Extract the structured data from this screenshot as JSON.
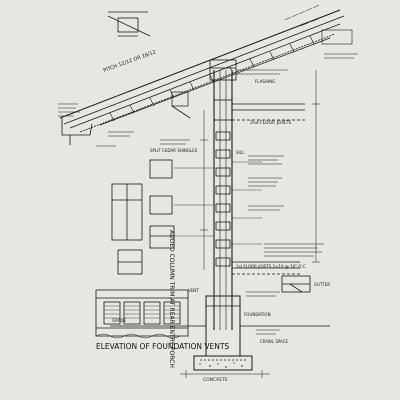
{
  "drawing": {
    "title": "ELEVATION OF FOUNDATION VENTS",
    "notes": {
      "pitch": "PITCH   12/12  OR  16/12",
      "vert_title": "ADDED COLUMN TRIM AT REAR ENTRY PORCH",
      "flashing": "FLASHING",
      "first_floor": "1st FLOOR  JOISTS  2×10  @ 16\" O.C.",
      "second_floor": "2nd FLOOR JOISTS",
      "gutter": "GUTTER",
      "foundation": "FOUNDATION",
      "concrete": "CONCRETE",
      "crawl": "CRAWL SPACE",
      "vent": "VENT",
      "split_shingles": "SPLIT CEDAR SHINGLES",
      "sill": "SILL",
      "grade": "GRADE"
    }
  },
  "colors": {
    "paper": "#e6e6e4",
    "ink": "#1a1a1a"
  }
}
